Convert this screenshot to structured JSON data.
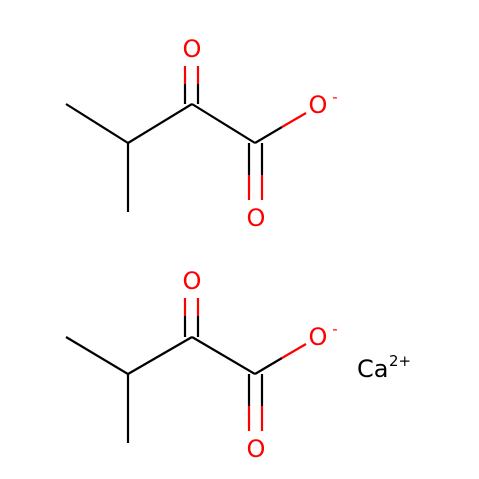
{
  "colors": {
    "bond": "#000000",
    "oxygen": "#ff0000",
    "metal": "#000000",
    "background": "#ffffff"
  },
  "molecules": [
    {
      "name": "3-methyl-2-oxobutanoate (upper)",
      "atoms": {
        "ketone_oxygen": "O",
        "carboxylate_oxygen_single": "O",
        "carboxylate_charge": "-",
        "carboxylate_oxygen_double": "O"
      }
    },
    {
      "name": "3-methyl-2-oxobutanoate (lower)",
      "atoms": {
        "ketone_oxygen": "O",
        "carboxylate_oxygen_single": "O",
        "carboxylate_charge": "-",
        "carboxylate_oxygen_double": "O"
      }
    }
  ],
  "counter_ion": {
    "element": "Ca",
    "charge": "2+"
  }
}
